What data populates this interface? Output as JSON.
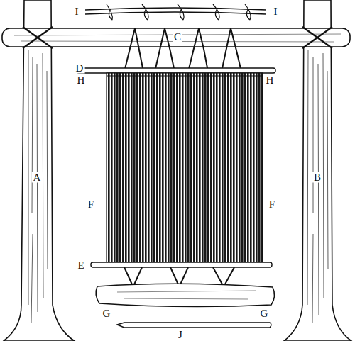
{
  "diagram": {
    "labels": [
      "I",
      "I",
      "C",
      "D",
      "H",
      "H",
      "A",
      "B",
      "F",
      "F",
      "E",
      "G",
      "G",
      "J"
    ]
  }
}
